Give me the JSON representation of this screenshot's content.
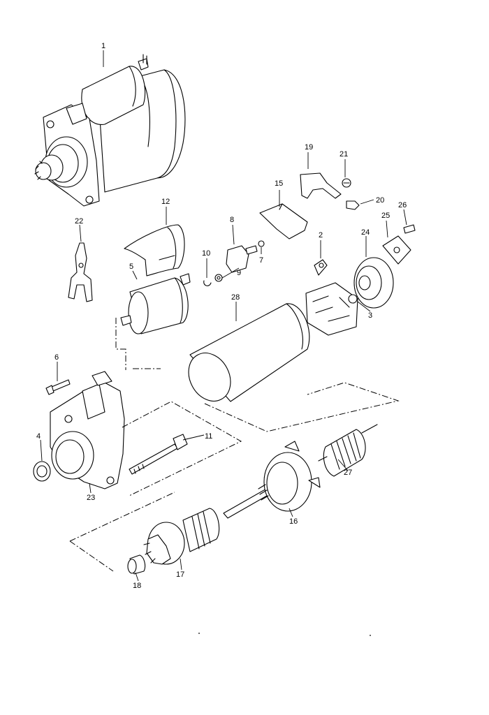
{
  "callouts": [
    {
      "id": "1",
      "label": "1"
    },
    {
      "id": "2",
      "label": "2"
    },
    {
      "id": "3",
      "label": "3"
    },
    {
      "id": "4",
      "label": "4"
    },
    {
      "id": "5",
      "label": "5"
    },
    {
      "id": "6",
      "label": "6"
    },
    {
      "id": "7",
      "label": "7"
    },
    {
      "id": "8",
      "label": "8"
    },
    {
      "id": "9",
      "label": "9"
    },
    {
      "id": "10",
      "label": "10"
    },
    {
      "id": "11",
      "label": "11"
    },
    {
      "id": "12",
      "label": "12"
    },
    {
      "id": "15",
      "label": "15"
    },
    {
      "id": "16",
      "label": "16"
    },
    {
      "id": "17",
      "label": "17"
    },
    {
      "id": "18",
      "label": "18"
    },
    {
      "id": "19",
      "label": "19"
    },
    {
      "id": "20",
      "label": "20"
    },
    {
      "id": "21",
      "label": "21"
    },
    {
      "id": "22",
      "label": "22"
    },
    {
      "id": "23",
      "label": "23"
    },
    {
      "id": "24",
      "label": "24"
    },
    {
      "id": "25",
      "label": "25"
    },
    {
      "id": "26",
      "label": "26"
    },
    {
      "id": "27",
      "label": "27"
    },
    {
      "id": "28",
      "label": "28"
    }
  ],
  "colors": {
    "ink": "#000000",
    "background": "#ffffff"
  }
}
